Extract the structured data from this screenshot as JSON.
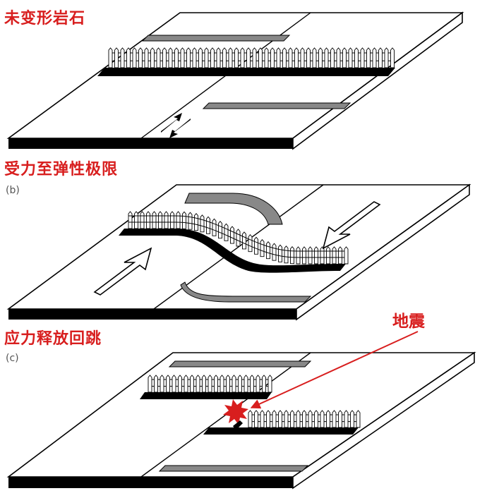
{
  "colors": {
    "accent": "#d81e1e",
    "ink": "#000000",
    "road_stripe": "#888888",
    "plate": "#ffffff"
  },
  "panels": [
    {
      "title": "未变形岩石",
      "sublabel": ""
    },
    {
      "title": "受力至弹性极限",
      "sublabel": "(b)"
    },
    {
      "title": "应力释放回跳",
      "sublabel": "(c)"
    }
  ],
  "annotations": {
    "earthquake": "地震"
  },
  "icons": {
    "panel_a": "half-arrows-icon",
    "panel_b": "direction-arrow-icon",
    "panel_c": "burst-icon"
  }
}
